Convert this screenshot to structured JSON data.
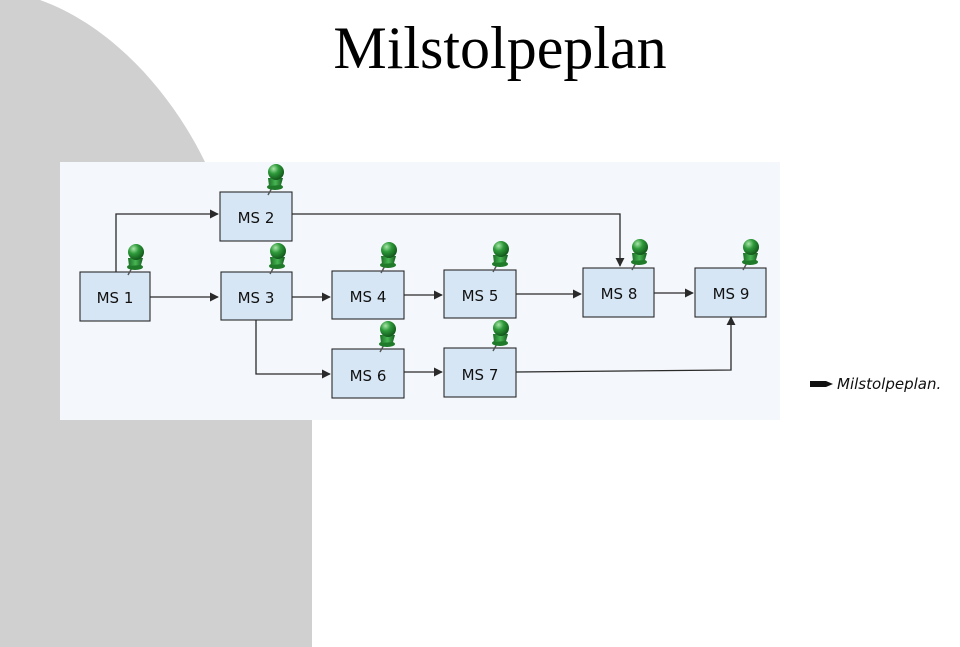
{
  "title": "Milstolpeplan",
  "caption": "Milstolpeplan.",
  "colors": {
    "box_fill": "#d6e6f5",
    "box_stroke": "#2a2a2a",
    "pin_green": "#2e9a3a",
    "panel_bg": "#f4f7fb",
    "side_shape": "#d0d0d0"
  },
  "milestones": [
    {
      "id": "ms1",
      "label": "MS 1"
    },
    {
      "id": "ms2",
      "label": "MS 2"
    },
    {
      "id": "ms3",
      "label": "MS 3"
    },
    {
      "id": "ms4",
      "label": "MS 4"
    },
    {
      "id": "ms5",
      "label": "MS 5"
    },
    {
      "id": "ms6",
      "label": "MS 6"
    },
    {
      "id": "ms7",
      "label": "MS 7"
    },
    {
      "id": "ms8",
      "label": "MS 8"
    },
    {
      "id": "ms9",
      "label": "MS 9"
    }
  ],
  "connections": [
    {
      "from": "ms1",
      "to": "ms2"
    },
    {
      "from": "ms1",
      "to": "ms3"
    },
    {
      "from": "ms2",
      "to": "ms8"
    },
    {
      "from": "ms3",
      "to": "ms4"
    },
    {
      "from": "ms3",
      "to": "ms6"
    },
    {
      "from": "ms4",
      "to": "ms5"
    },
    {
      "from": "ms5",
      "to": "ms8"
    },
    {
      "from": "ms6",
      "to": "ms7"
    },
    {
      "from": "ms7",
      "to": "ms9"
    },
    {
      "from": "ms8",
      "to": "ms9"
    }
  ],
  "icons": {
    "pin": "pushpin-icon",
    "caption_marker": "pencil-icon"
  }
}
